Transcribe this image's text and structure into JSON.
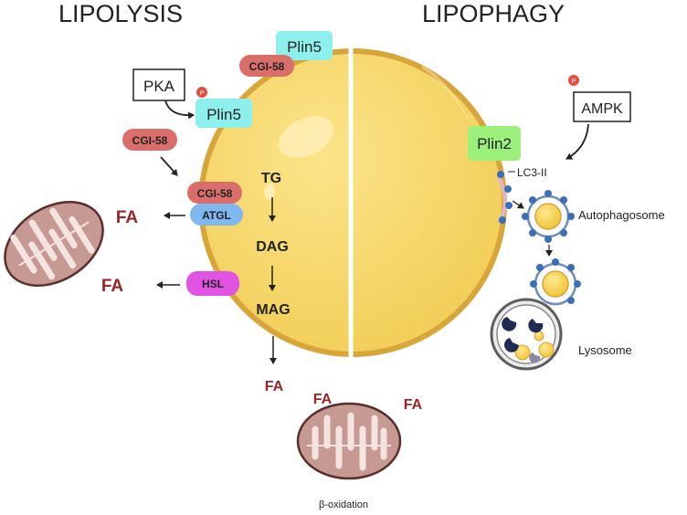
{
  "titles": {
    "lipolysis": "LIPOLYSIS",
    "lipophagy": "LIPOPHAGY"
  },
  "proteins": {
    "plin5_top": "Plin5",
    "cgi58_top": "CGI-58",
    "pka": "PKA",
    "phospho": "P",
    "plin5_mid": "Plin5",
    "cgi58_left": "CGI-58",
    "cgi58_lipase": "CGI-58",
    "atgl": "ATGL",
    "hsl": "HSL",
    "ampk": "AMPK",
    "plin2": "Plin2",
    "lc3": "LC3-II"
  },
  "metabolites": {
    "tg": "TG",
    "dag": "DAG",
    "mag": "MAG",
    "fa_atgl": "FA",
    "fa_hsl": "FA",
    "fa_bottom": "FA",
    "fa_mito_left": "FA",
    "fa_mito_right": "FA"
  },
  "organelles": {
    "autophagosome": "Autophagosome",
    "lysosome": "Lysosome",
    "beta_oxidation": "β-oxidation"
  },
  "colors": {
    "droplet": "#f6d55e",
    "droplet_outline": "#d8a53b",
    "plin5": "#8ef0ec",
    "cgi58": "#d96e6a",
    "atgl": "#7fb8ef",
    "hsl": "#e154e3",
    "plin2": "#9af07a",
    "fa_text": "#9c2424",
    "mito_fill": "#c69a93",
    "mito_outline": "#5a2e2b",
    "lc3": "#3b6fb5"
  }
}
